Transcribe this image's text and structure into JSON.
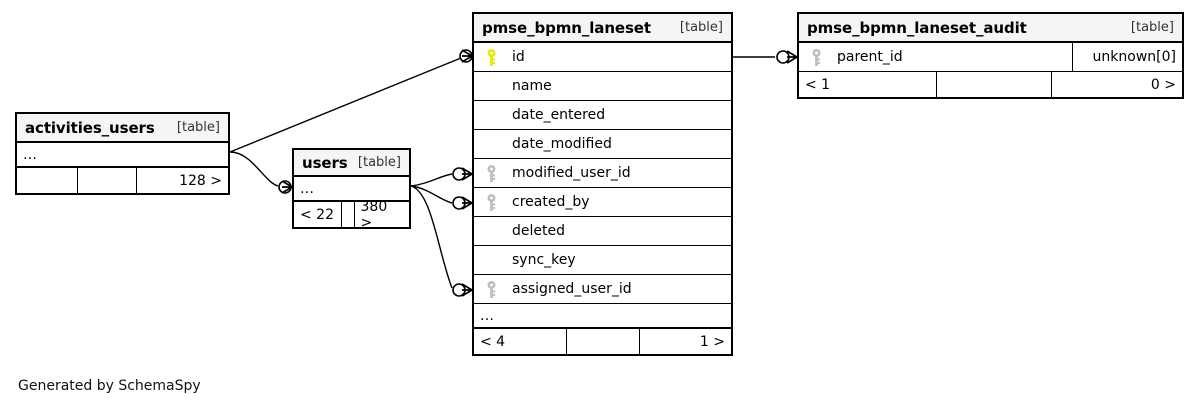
{
  "diagram": {
    "type": "entity-relationship-diagram",
    "generator_credit": "Generated by SchemaSpy",
    "table_tag": "[table]",
    "ellipsis": "…",
    "colors": {
      "background": "#ffffff",
      "border": "#000000",
      "header_fill": "#f5f5f5",
      "primary_key": "#e8e800",
      "foreign_key": "#bfbfbf",
      "text": "#000000"
    }
  },
  "tables": [
    {
      "id": "activities_users",
      "name": "activities_users",
      "tag": "[table]",
      "ellipsis_row": "…",
      "columns": [],
      "footer": [
        "",
        "",
        "128 >"
      ]
    },
    {
      "id": "users",
      "name": "users",
      "tag": "[table]",
      "ellipsis_row": "…",
      "columns": [],
      "footer": [
        "< 22",
        "",
        "380 >"
      ]
    },
    {
      "id": "pmse_bpmn_laneset",
      "name": "pmse_bpmn_laneset",
      "tag": "[table]",
      "ellipsis_row": "…",
      "columns": [
        {
          "name": "id",
          "key": "primary",
          "type": ""
        },
        {
          "name": "name",
          "key": "none",
          "type": ""
        },
        {
          "name": "date_entered",
          "key": "none",
          "type": ""
        },
        {
          "name": "date_modified",
          "key": "none",
          "type": ""
        },
        {
          "name": "modified_user_id",
          "key": "foreign",
          "type": ""
        },
        {
          "name": "created_by",
          "key": "foreign",
          "type": ""
        },
        {
          "name": "deleted",
          "key": "none",
          "type": ""
        },
        {
          "name": "sync_key",
          "key": "none",
          "type": ""
        },
        {
          "name": "assigned_user_id",
          "key": "foreign",
          "type": ""
        }
      ],
      "footer": [
        "< 4",
        "",
        "1 >"
      ]
    },
    {
      "id": "pmse_bpmn_laneset_audit",
      "name": "pmse_bpmn_laneset_audit",
      "tag": "[table]",
      "ellipsis_row": null,
      "columns": [
        {
          "name": "parent_id",
          "key": "foreign",
          "type": "unknown[0]"
        }
      ],
      "footer": [
        "< 1",
        "",
        "0 >"
      ]
    }
  ],
  "relationships": [
    {
      "from": "activities_users",
      "to": "pmse_bpmn_laneset.id",
      "style": "zero-or-many"
    },
    {
      "from": "activities_users",
      "to": "users",
      "style": "zero-or-many"
    },
    {
      "from": "users",
      "to": "pmse_bpmn_laneset.modified_user_id",
      "style": "zero-or-many"
    },
    {
      "from": "users",
      "to": "pmse_bpmn_laneset.created_by",
      "style": "zero-or-many"
    },
    {
      "from": "users",
      "to": "pmse_bpmn_laneset.assigned_user_id",
      "style": "zero-or-many"
    },
    {
      "from": "pmse_bpmn_laneset.id",
      "to": "pmse_bpmn_laneset_audit.parent_id",
      "style": "zero-or-many"
    }
  ]
}
